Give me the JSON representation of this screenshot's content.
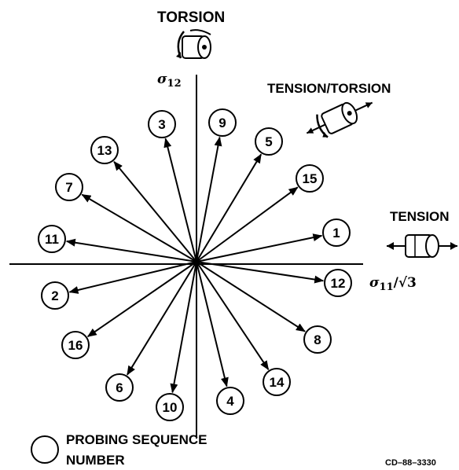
{
  "labels": {
    "torsion": "TORSION",
    "tension_torsion": "TENSION/TORSION",
    "tension": "TENSION",
    "sigma12": "σ",
    "sigma12_sub": "12",
    "sigma11": "σ",
    "sigma11_sub": "11",
    "sigma11_tail": "/√3",
    "legend_line1": "PROBING SEQUENCE",
    "legend_line2": "NUMBER",
    "figure_code": "CD–88–3330"
  },
  "probes": [
    {
      "n": "1"
    },
    {
      "n": "2"
    },
    {
      "n": "3"
    },
    {
      "n": "4"
    },
    {
      "n": "5"
    },
    {
      "n": "6"
    },
    {
      "n": "7"
    },
    {
      "n": "8"
    },
    {
      "n": "9"
    },
    {
      "n": "10"
    },
    {
      "n": "11"
    },
    {
      "n": "12"
    },
    {
      "n": "13"
    },
    {
      "n": "14"
    },
    {
      "n": "15"
    },
    {
      "n": "16"
    }
  ],
  "icons": [
    "torsion-specimen-icon",
    "tension-torsion-specimen-icon",
    "tension-specimen-icon",
    "legend-circle-icon"
  ]
}
